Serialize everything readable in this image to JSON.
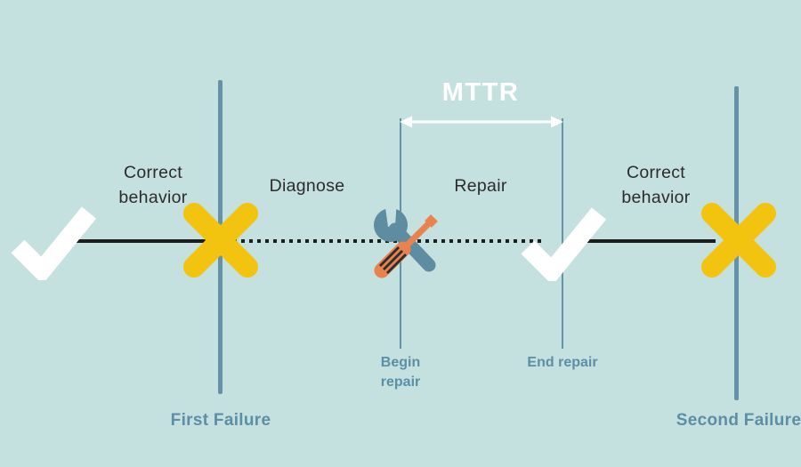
{
  "colors": {
    "background": "#c5e1df",
    "line_dark": "#1d1d1b",
    "failure_line": "#6592a6",
    "repair_line": "#6592a6",
    "x_mark": "#f3c40f",
    "check_mark": "#ffffff",
    "mttr_text": "#ffffff",
    "arrow": "#ffffff",
    "label_dark": "#2b2b2b",
    "label_teal": "#5b8fa6",
    "wrench": "#5e8ca1",
    "screwdriver": "#e8824e",
    "stripe_dark": "#2e2e2e"
  },
  "title": {
    "mttr": "MTTR"
  },
  "timeline": {
    "phases": [
      {
        "label": "Correct behavior"
      },
      {
        "label": "Diagnose"
      },
      {
        "label": "Repair"
      },
      {
        "label": "Correct behavior"
      }
    ],
    "events": {
      "first_failure": "First Failure",
      "second_failure": "Second Failure",
      "begin_repair": "Begin repair",
      "end_repair": "End repair"
    }
  },
  "icons": {
    "check": "check-mark",
    "cross": "x-mark",
    "tools": "wrench-and-screwdriver",
    "arrow": "double-headed-arrow"
  }
}
